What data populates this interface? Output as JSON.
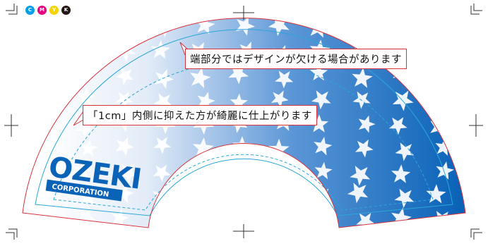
{
  "colors": {
    "cut_line": "#d9323b",
    "safe_line": "#2aa7d8",
    "gradient_start": "#ffffff",
    "gradient_end": "#0b63b8",
    "logo": "#0b63b8",
    "registration": "#333333"
  },
  "cmyk_marks": [
    {
      "letter": "C",
      "color": "#00a0e9"
    },
    {
      "letter": "M",
      "color": "#e4007f"
    },
    {
      "letter": "Y",
      "color": "#f5d300"
    },
    {
      "letter": "K",
      "color": "#231815"
    }
  ],
  "callouts": {
    "edge_warning": "端部分ではデザインが欠ける場合があります",
    "inner_guide": "「1cm」内側に抑えた方が綺麗に仕上がります"
  },
  "logo": {
    "name": "OZEKI",
    "subtitle": "CORPORATION"
  }
}
